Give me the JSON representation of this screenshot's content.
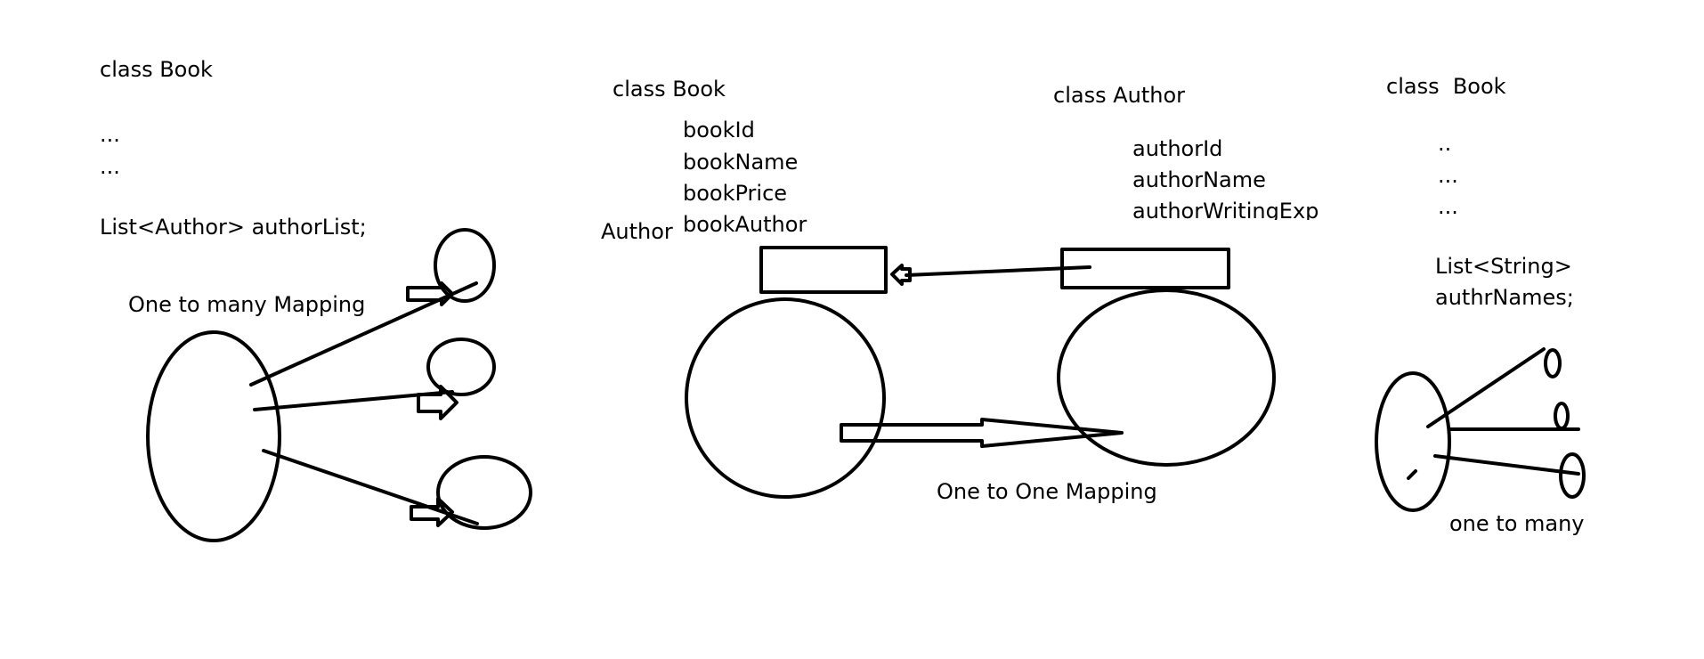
{
  "diagram_left": {
    "title": "class Book",
    "ellipsis_1": "...",
    "ellipsis_2": "...",
    "field": "List<Author> authorList;",
    "caption": "One to many Mapping"
  },
  "diagram_middle": {
    "book_title": "class Book",
    "book_fields": [
      "bookId",
      "bookName",
      "bookPrice",
      "bookAuthor"
    ],
    "author_side_label": "Author",
    "author_title": "class Author",
    "author_fields": [
      "authorId",
      "authorName",
      "authorWritingExp"
    ],
    "caption": "One to One Mapping"
  },
  "diagram_right": {
    "title": "class  Book",
    "dots_1": "..",
    "dots_2": "...",
    "dots_3": "...",
    "field_line_1": "List<String>",
    "field_line_2": "authrNames;",
    "caption": "one to many"
  }
}
